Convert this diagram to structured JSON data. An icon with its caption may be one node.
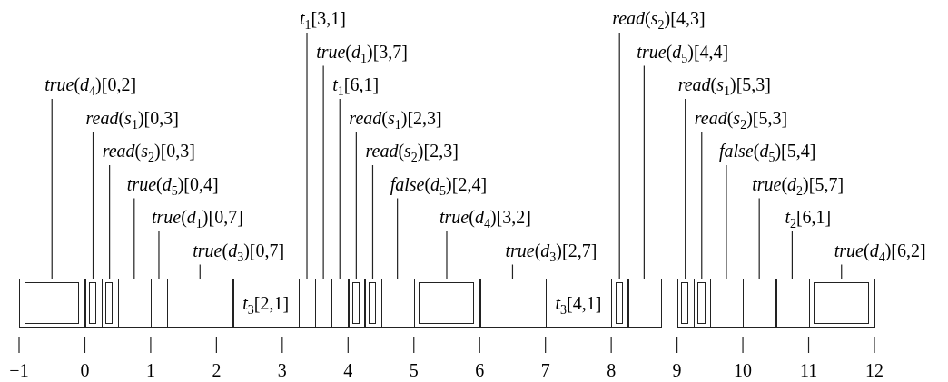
{
  "diagram": {
    "nodes": [
      {
        "text": [],
        "shape": "box"
      },
      {
        "text": [],
        "shape": "box",
        "in": 0
      },
      {
        "text": [],
        "shape": "box"
      },
      {
        "text": [],
        "shape": "box",
        "in": 2
      },
      {
        "text": [],
        "shape": "box"
      },
      {
        "text": [],
        "shape": "box",
        "in": 4
      },
      {
        "text": [],
        "shape": "box"
      },
      {
        "text": [],
        "shape": "box"
      },
      {
        "text": [],
        "shape": "box"
      },
      {
        "text": [
          "*t*$_{3}$[2,1]"
        ]
      },
      {
        "text": [],
        "shape": "box"
      },
      {
        "text": [],
        "shape": "box"
      },
      {
        "text": [],
        "shape": "box"
      },
      {
        "text": [],
        "shape": "box"
      },
      {
        "text": [],
        "shape": "box",
        "in": 13
      },
      {
        "text": [],
        "shape": "box"
      },
      {
        "text": [],
        "shape": "box",
        "in": 15
      },
      {
        "text": [],
        "shape": "box"
      },
      {
        "text": [],
        "shape": "box"
      },
      {
        "text": [],
        "shape": "box",
        "in": 18
      },
      {
        "text": [],
        "shape": "box"
      },
      {
        "text": [
          "*t*$_{3}$[4,1]"
        ]
      },
      {
        "text": [],
        "shape": "box"
      },
      {
        "text": [],
        "shape": "box",
        "in": 22
      },
      {
        "text": [],
        "shape": "box"
      },
      {
        "text": [],
        "shape": "box"
      },
      {
        "text": [],
        "shape": "box",
        "in": 25
      },
      {
        "text": [],
        "shape": "box"
      },
      {
        "text": [],
        "shape": "box",
        "in": 27
      },
      {
        "text": [],
        "shape": "box"
      },
      {
        "text": [],
        "shape": "box"
      },
      {
        "text": [],
        "shape": "box"
      },
      {
        "text": [],
        "shape": "box"
      },
      {
        "text": [],
        "shape": "box",
        "in": 32
      },
      {
        "text": [
          "*true*(*d*$_{4}$)[0,2]"
        ]
      },
      {
        "text": [
          "*read*(*s*$_{1}$)[0,3]"
        ]
      },
      {
        "text": [
          "*read*(*s*$_{2}$)[0,3]"
        ]
      },
      {
        "text": [
          "*true*(*d*$_{5}$)[0,4]"
        ]
      },
      {
        "text": [
          "*true*(*d*$_{1}$)[0,7]"
        ]
      },
      {
        "text": [
          "*true*(*d*$_{3}$)[0,7]"
        ]
      },
      {
        "text": [
          "*t*$_{1}$[3,1]"
        ]
      },
      {
        "text": [
          "*true*(*d*$_{1}$)[3,7]"
        ]
      },
      {
        "text": [
          "*t*$_{1}$[6,1]"
        ]
      },
      {
        "text": [
          "*read*(*s*$_{1}$)[2,3]"
        ]
      },
      {
        "text": [
          "*read*(*s*$_{2}$)[2,3]"
        ]
      },
      {
        "text": [
          "*false*(*d*$_{5}$)[2,4]"
        ]
      },
      {
        "text": [
          "*true*(*d*$_{4}$)[3,2]"
        ]
      },
      {
        "text": [
          "*true*(*d*$_{3}$)[2,7]"
        ]
      },
      {
        "text": [
          "*read*(*s*$_{2}$)[4,3]"
        ]
      },
      {
        "text": [
          "*true*(*d*$_{5}$)[4,4]"
        ]
      },
      {
        "text": [
          "*read*(*s*$_{1}$)[5,3]"
        ]
      },
      {
        "text": [
          "*read*(*s*$_{2}$)[5,3]"
        ]
      },
      {
        "text": [
          "*false*(*d*$_{5}$)[5,4]"
        ]
      },
      {
        "text": [
          "*true*(*d*$_{2}$)[5,7]"
        ]
      },
      {
        "text": [
          "*t*$_{2}$[6,1]"
        ]
      },
      {
        "text": [
          "*true*(*d*$_{4}$)[6,2]"
        ]
      }
    ],
    "edges": [
      {
        "from": 34,
        "to": 0,
        "arrow": "none"
      },
      {
        "from": 35,
        "to": 2,
        "arrow": "none"
      },
      {
        "from": 36,
        "to": 4,
        "arrow": "none"
      },
      {
        "from": 37,
        "to": 6,
        "arrow": "none"
      },
      {
        "from": 38,
        "to": 7,
        "arrow": "none"
      },
      {
        "from": 39,
        "to": 8,
        "arrow": "none"
      },
      {
        "from": 40,
        "to": 10,
        "arrow": "none"
      },
      {
        "from": 41,
        "to": 11,
        "arrow": "none"
      },
      {
        "from": 42,
        "to": 12,
        "arrow": "none"
      },
      {
        "from": 43,
        "to": 13,
        "arrow": "none"
      },
      {
        "from": 44,
        "to": 15,
        "arrow": "none"
      },
      {
        "from": 45,
        "to": 17,
        "arrow": "none"
      },
      {
        "from": 46,
        "to": 18,
        "arrow": "none"
      },
      {
        "from": 47,
        "to": 20,
        "arrow": "none"
      },
      {
        "from": 48,
        "to": 22,
        "arrow": "none"
      },
      {
        "from": 49,
        "to": 24,
        "arrow": "none"
      },
      {
        "from": 50,
        "to": 25,
        "arrow": "none"
      },
      {
        "from": 51,
        "to": 27,
        "arrow": "none"
      },
      {
        "from": 52,
        "to": 29,
        "arrow": "none"
      },
      {
        "from": 53,
        "to": 30,
        "arrow": "none"
      },
      {
        "from": 54,
        "to": 31,
        "arrow": "none"
      },
      {
        "from": 55,
        "to": 32,
        "arrow": "none"
      }
    ],
    "labels": [
      "−1",
      "0",
      "1",
      "2",
      "3",
      "4",
      "5",
      "6",
      "7",
      "8",
      "9",
      "10",
      "11",
      "12"
    ]
  }
}
